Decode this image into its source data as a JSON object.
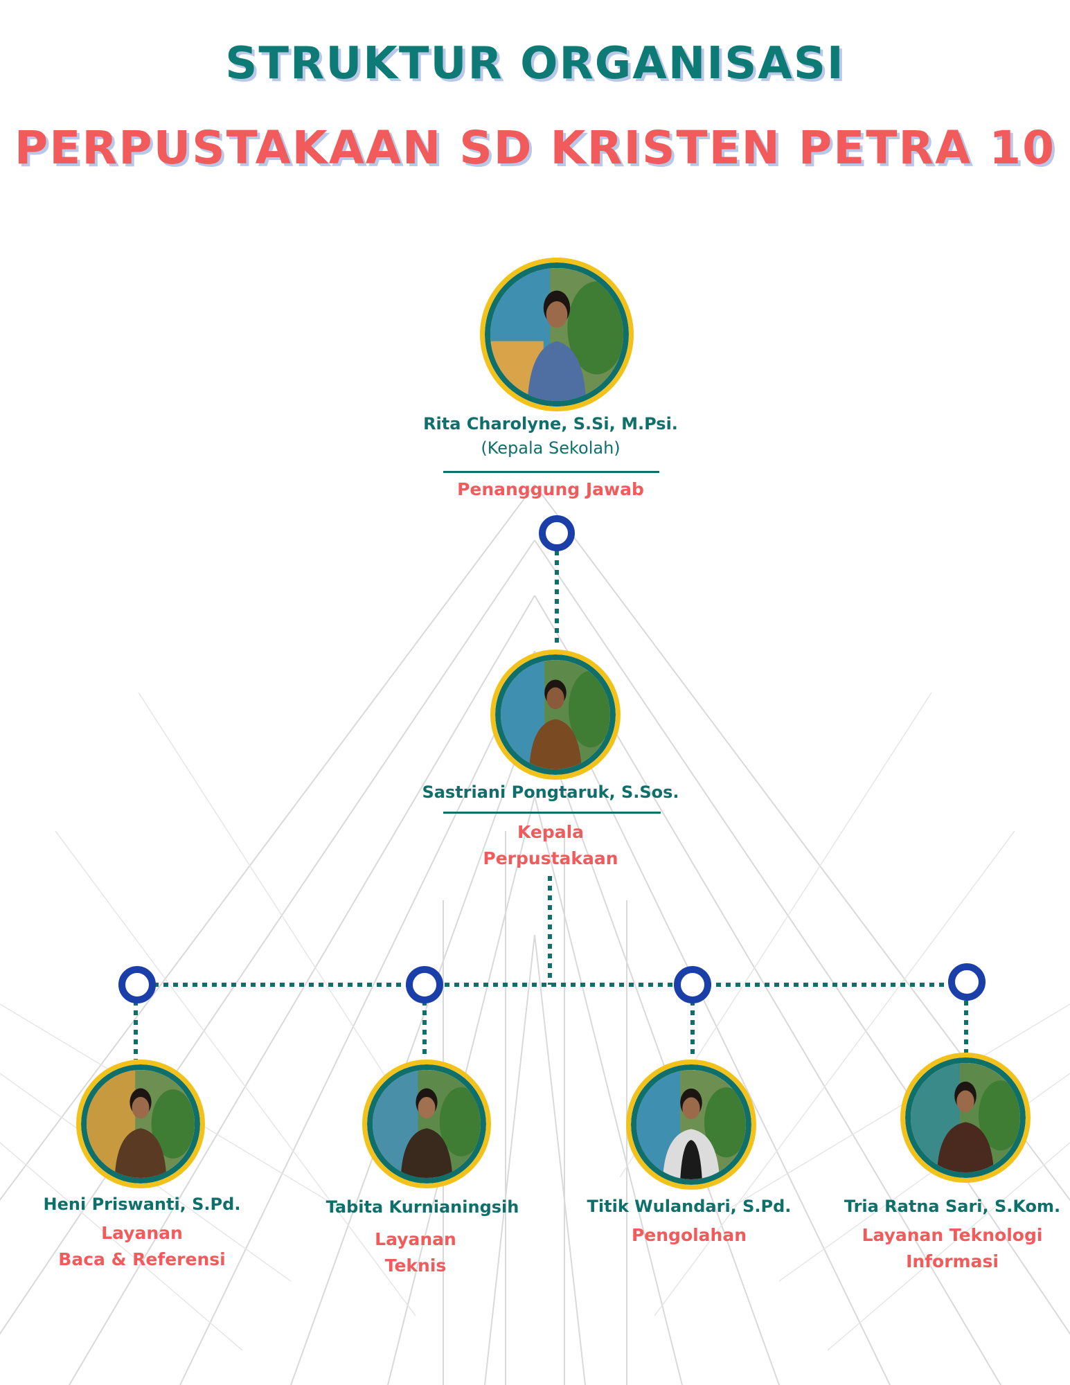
{
  "title": {
    "line1": "STRUKTUR ORGANISASI",
    "line2": "PERPUSTAKAAN SD KRISTEN PETRA 10"
  },
  "colors": {
    "teal": "#0f6f6b",
    "coral": "#f25b5b",
    "gold": "#f2c21b",
    "node_blue": "#1a3fa8"
  },
  "head": {
    "name": "Rita Charolyne, S.Si, M.Psi.",
    "position": "(Kepala Sekolah)",
    "role": "Penanggung Jawab"
  },
  "library_head": {
    "name": "Sastriani Pongtaruk, S.Sos.",
    "role_line1": "Kepala",
    "role_line2": "Perpustakaan"
  },
  "staff": [
    {
      "name": "Heni Priswanti, S.Pd.",
      "role_line1": "Layanan",
      "role_line2": "Baca & Referensi"
    },
    {
      "name": "Tabita Kurnianingsih",
      "role_line1": "Layanan",
      "role_line2": "Teknis"
    },
    {
      "name": "Titik Wulandari, S.Pd.",
      "role_line1": "Pengolahan",
      "role_line2": ""
    },
    {
      "name": "Tria Ratna Sari, S.Kom.",
      "role_line1": "Layanan Teknologi",
      "role_line2": "Informasi"
    }
  ]
}
